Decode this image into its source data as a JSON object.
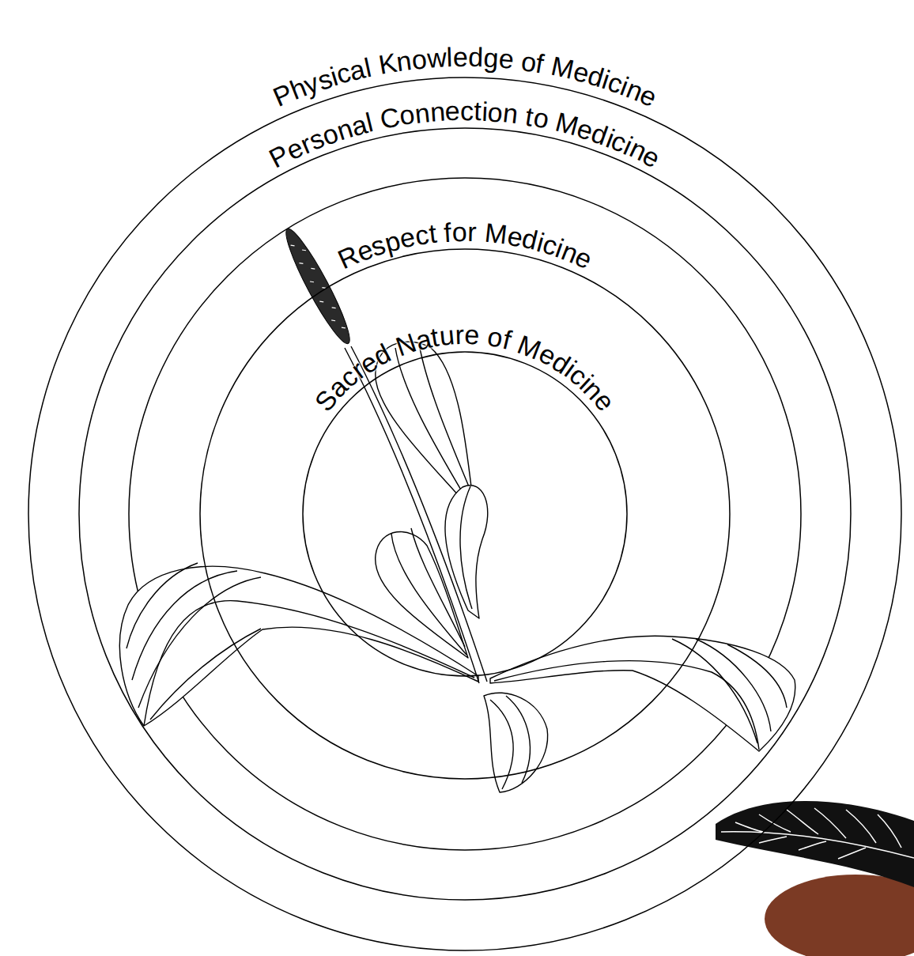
{
  "diagram": {
    "nodes": [
      {
        "text": [
          "Physical Knowledge of Medicine"
        ]
      },
      {
        "text": [
          "Personal Connection to Medicine"
        ],
        "in": 0
      },
      {
        "text": [
          "Respect for Medicine"
        ],
        "in": 1
      },
      {
        "text": [
          "Sacred Nature of Medicine"
        ],
        "in": 2
      }
    ]
  }
}
